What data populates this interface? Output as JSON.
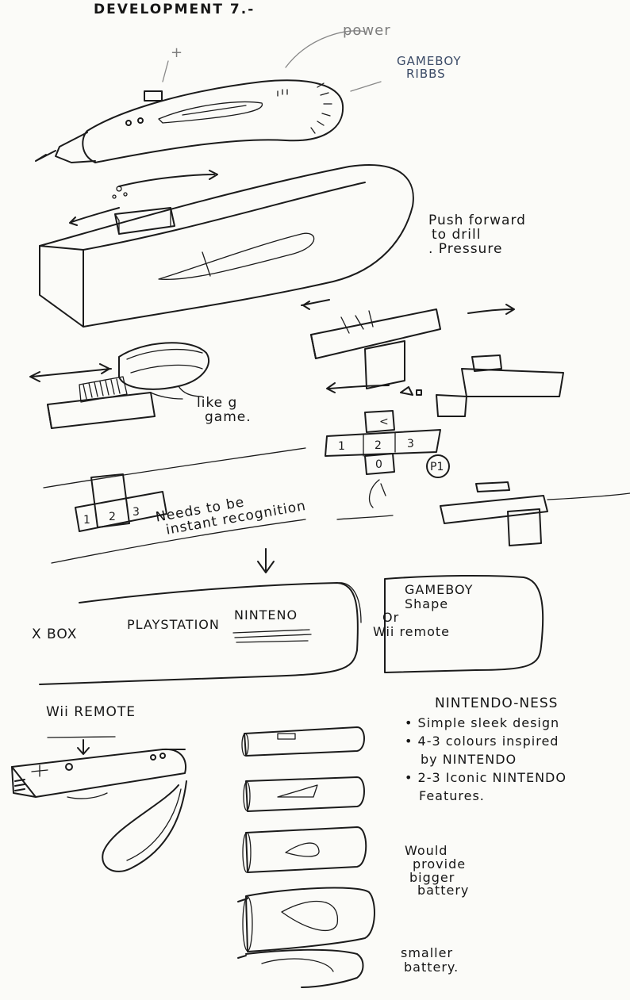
{
  "title": "DEVELOPMENT 7.-",
  "labels": {
    "power": "power",
    "gameboy_ribbs": [
      "GAMEBOY",
      "RIBBS"
    ],
    "plus": "+",
    "push_forward": [
      "Push forward",
      "to drill",
      ". Pressure"
    ],
    "like_game": [
      "like g",
      "game."
    ],
    "needs_recognition": [
      "Needs to be",
      "instant recognition"
    ],
    "wii_remote": "Wii REMOTE",
    "would_provide": [
      "Would",
      "provide",
      "bigger",
      "battery"
    ],
    "smaller_battery": [
      "smaller",
      "battery."
    ],
    "p1": "P1"
  },
  "brands_box": {
    "xbox": "X BOX",
    "playstation": "PLAYSTATION",
    "nintendo": "NINTENO"
  },
  "shape_box": {
    "lines": [
      "GAMEBOY",
      "Shape",
      "Or",
      "Wii remote"
    ]
  },
  "nintendo_ness": {
    "heading": "NINTENDO-NESS",
    "bullets": [
      "Simple sleek design",
      "4-3 colours inspired",
      "by NINTENDO",
      "2-3 Iconic NINTENDO",
      "Features."
    ]
  },
  "dpad_digits": [
    "1",
    "2",
    "3",
    "0"
  ],
  "slider_digits": [
    "1",
    "2",
    "3"
  ]
}
